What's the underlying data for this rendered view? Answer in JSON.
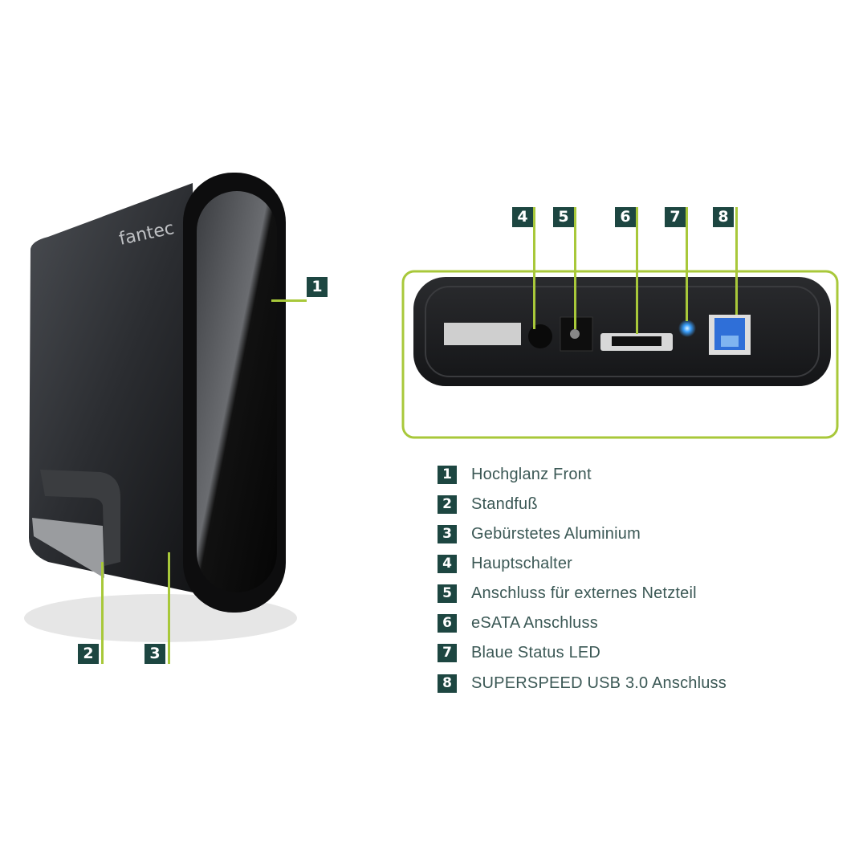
{
  "brand": "fantec",
  "colors": {
    "badge": "#1d4641",
    "callout_line": "#a8c83a",
    "text": "#3b5855",
    "led": "#3aa0ff",
    "usb_port": "#2f6fd8"
  },
  "callouts": [
    "1",
    "2",
    "3",
    "4",
    "5",
    "6",
    "7",
    "8"
  ],
  "legend": [
    {
      "num": "1",
      "label": "Hochglanz Front"
    },
    {
      "num": "2",
      "label": "Standfuß"
    },
    {
      "num": "3",
      "label": "Gebürstetes Aluminium"
    },
    {
      "num": "4",
      "label": "Hauptschalter"
    },
    {
      "num": "5",
      "label": "Anschluss für externes Netzteil"
    },
    {
      "num": "6",
      "label": "eSATA Anschluss"
    },
    {
      "num": "7",
      "label": "Blaue Status LED"
    },
    {
      "num": "8",
      "label": "SUPERSPEED USB 3.0 Anschluss"
    }
  ]
}
